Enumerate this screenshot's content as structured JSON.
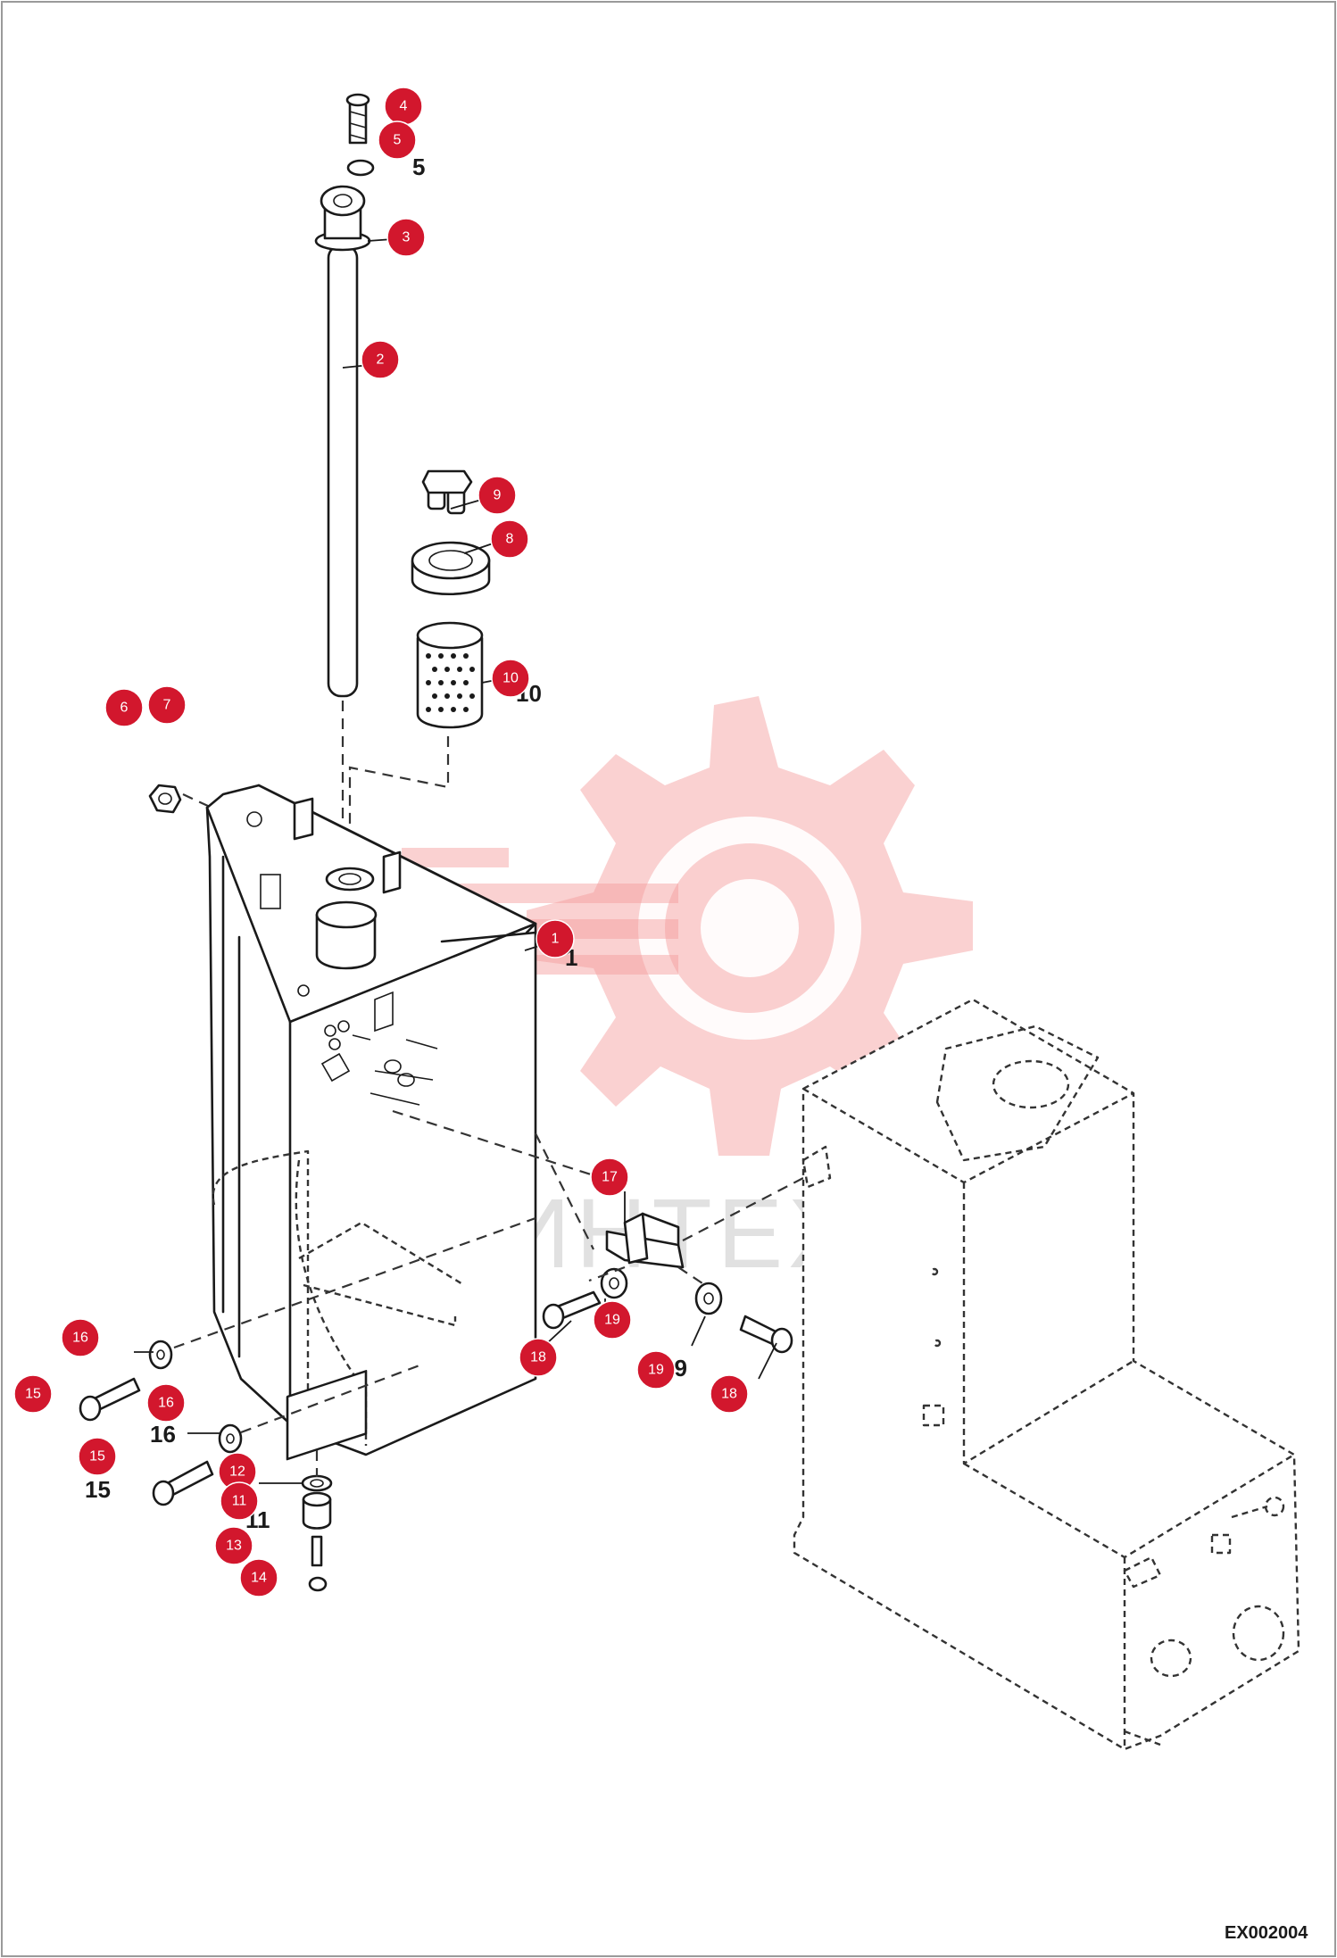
{
  "drawing_code": "EX002004",
  "watermark_text": "ИНТЕХ",
  "callouts": [
    {
      "id": "4",
      "label": "4"
    },
    {
      "id": "5",
      "label": "5"
    },
    {
      "id": "3",
      "label": "3"
    },
    {
      "id": "2",
      "label": "2"
    },
    {
      "id": "9",
      "label": "9"
    },
    {
      "id": "8",
      "label": "8"
    },
    {
      "id": "10",
      "label": "10"
    },
    {
      "id": "6",
      "label": "6"
    },
    {
      "id": "7",
      "label": "7"
    },
    {
      "id": "1",
      "label": "1"
    },
    {
      "id": "17",
      "label": "17"
    },
    {
      "id": "16a",
      "label": "16"
    },
    {
      "id": "16b",
      "label": "16"
    },
    {
      "id": "15a",
      "label": "15"
    },
    {
      "id": "15b",
      "label": "15"
    },
    {
      "id": "18a",
      "label": "18"
    },
    {
      "id": "18b",
      "label": "18"
    },
    {
      "id": "19a",
      "label": "19"
    },
    {
      "id": "19b",
      "label": "19"
    },
    {
      "id": "12",
      "label": "12"
    },
    {
      "id": "11",
      "label": "11"
    },
    {
      "id": "13",
      "label": "13"
    },
    {
      "id": "14",
      "label": "14"
    }
  ],
  "part_numbers": {
    "n5": "5",
    "n10": "10",
    "n1": "1",
    "n16": "16",
    "n15": "15",
    "n19": "19",
    "n11": "11"
  },
  "colors": {
    "badge": "#d2172d",
    "line": "#1a1a1a"
  }
}
